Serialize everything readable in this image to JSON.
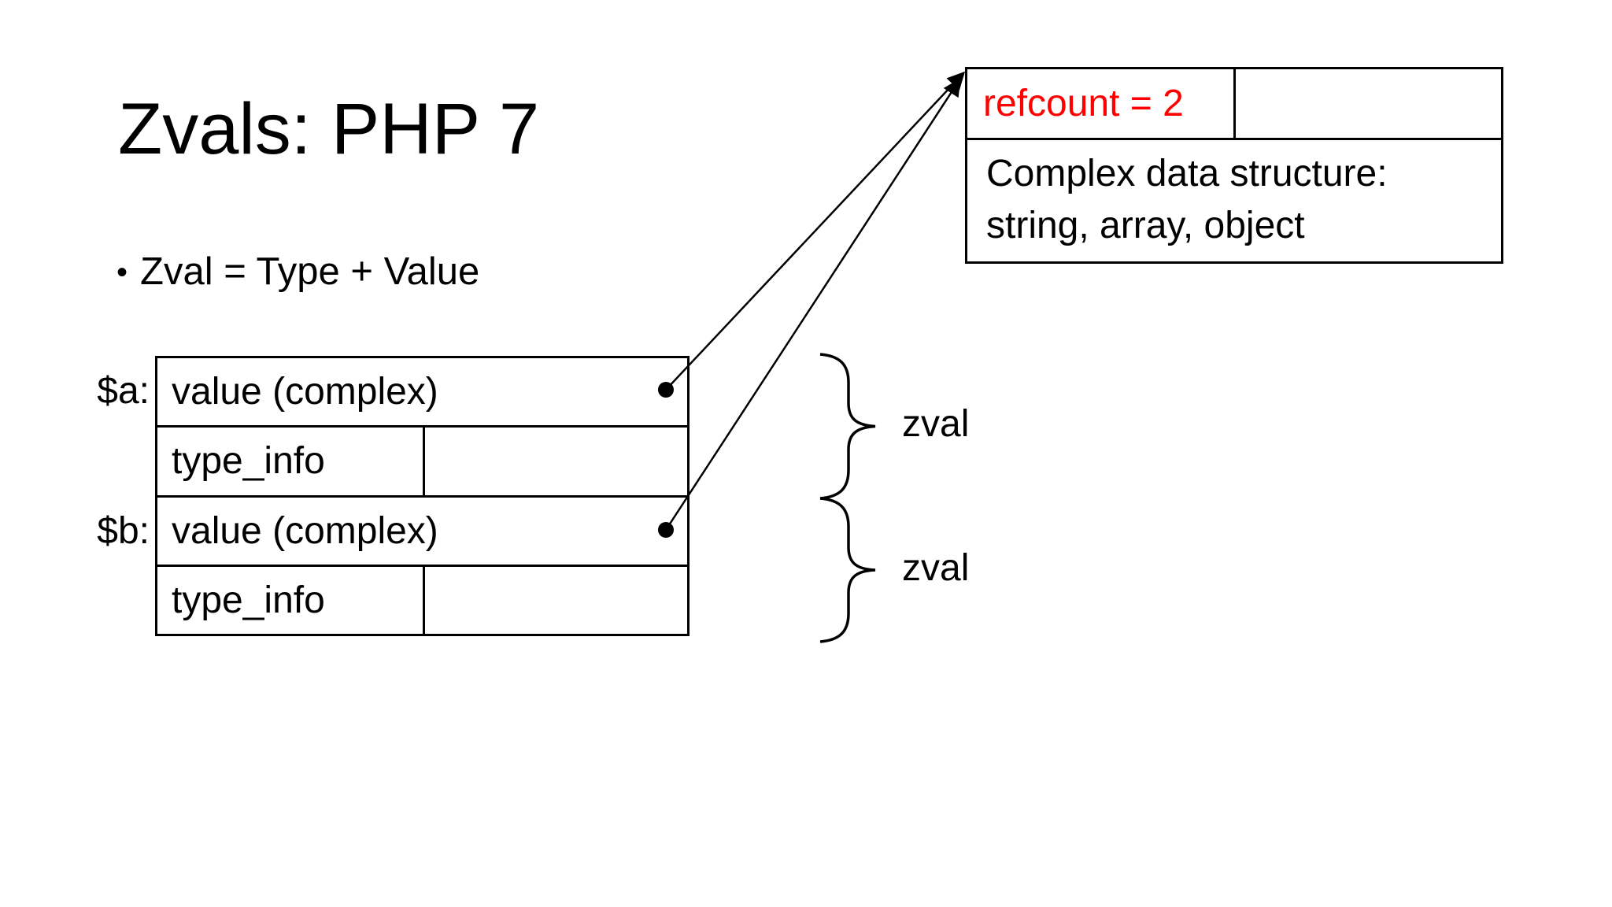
{
  "slide": {
    "title": "Zvals: PHP 7",
    "bullet_marker": "•",
    "bullet": "Zval = Type + Value"
  },
  "zval_table": {
    "var_a_label": "$a:",
    "var_b_label": "$b:",
    "rows": [
      {
        "label": "value (complex)"
      },
      {
        "label": "type_info"
      },
      {
        "label": "value (complex)"
      },
      {
        "label": "type_info"
      }
    ]
  },
  "braces": [
    {
      "label": "zval"
    },
    {
      "label": "zval"
    }
  ],
  "heap_box": {
    "refcount_label": "refcount = 2",
    "description_line1": "Complex data structure:",
    "description_line2": "string, array, object"
  },
  "colors": {
    "background": "#ffffff",
    "line": "#000000",
    "text": "#000000",
    "accent_red": "#ff0000"
  }
}
